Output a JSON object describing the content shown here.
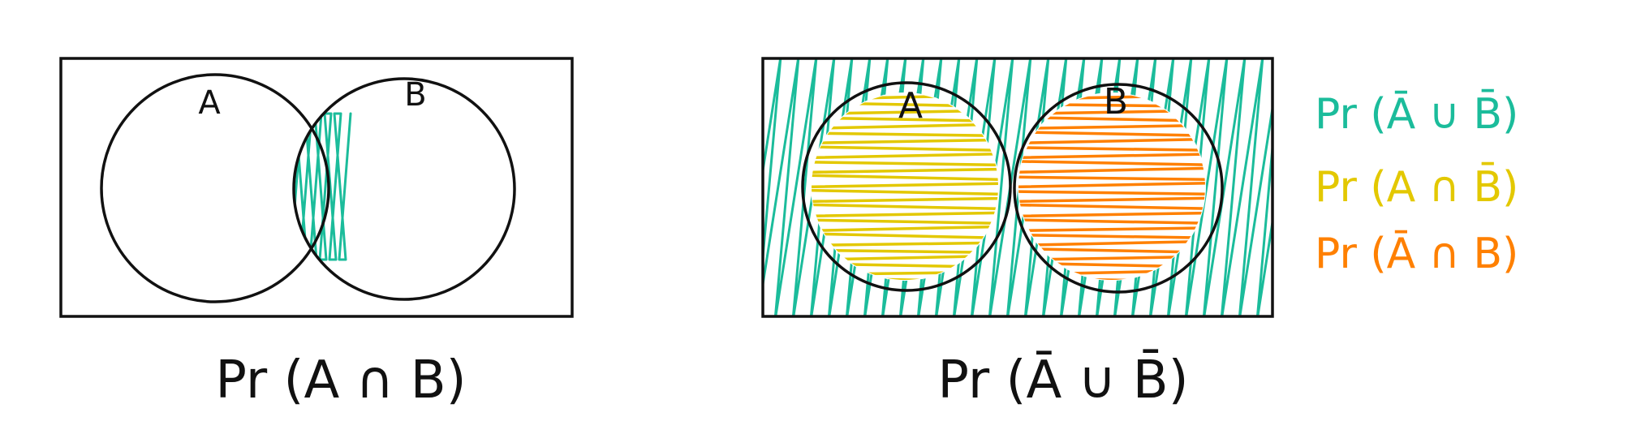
{
  "diagrams": [
    {
      "set_a_label": "A",
      "set_b_label": "B",
      "caption": "Pr (A ∩ B)"
    },
    {
      "set_a_label": "A",
      "set_b_label": "B",
      "caption": "Pr (Ā ∪ B̄)"
    }
  ],
  "legend": [
    {
      "text": "Pr (Ā ∪ B̄)",
      "color": "#1bbc9b"
    },
    {
      "text": "Pr (A ∩ B̄)",
      "color": "#e3c800"
    },
    {
      "text": "Pr (Ā ∩ B)",
      "color": "#ff8000"
    }
  ],
  "colors": {
    "ink": "#111111",
    "teal": "#1bbc9b",
    "yellow": "#e3c800",
    "orange": "#ff8000"
  }
}
